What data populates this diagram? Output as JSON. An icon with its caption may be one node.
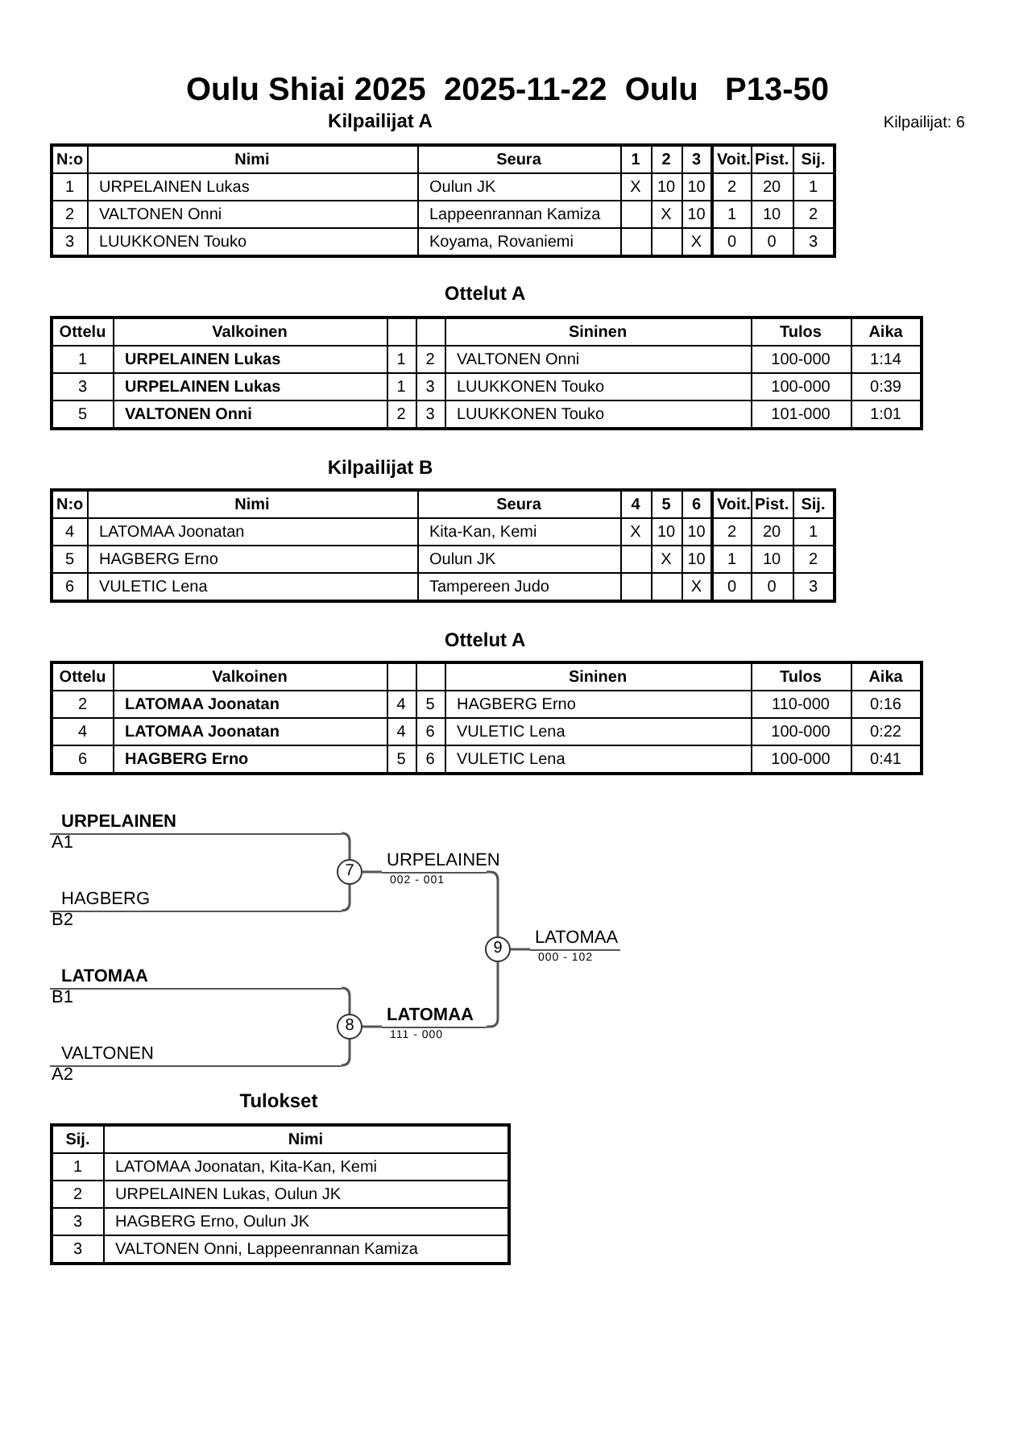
{
  "diagram": {
    "title": "Oulu Shiai 2025  2025-11-22  Oulu   P13-50",
    "nodes": [
      {
        "text": [
          "URPELAINEN",
          "A1"
        ]
      },
      {
        "text": [
          "HAGBERG",
          "B2"
        ]
      },
      {
        "text": [
          "7"
        ]
      },
      {
        "text": [
          "URPELAINEN",
          "002 - 001"
        ]
      },
      {
        "text": [
          "LATOMAA",
          "B1"
        ]
      },
      {
        "text": [
          "VALTONEN",
          "A2"
        ]
      },
      {
        "text": [
          "8"
        ]
      },
      {
        "text": [
          "LATOMAA",
          "111 - 000"
        ]
      },
      {
        "text": [
          "9"
        ]
      },
      {
        "text": [
          "LATOMAA",
          "000 - 102"
        ]
      }
    ],
    "edges": [
      {
        "from": 0,
        "to": 2,
        "arrow": "none"
      },
      {
        "from": 1,
        "to": 2,
        "arrow": "none"
      },
      {
        "from": 2,
        "to": 3,
        "arrow": "none"
      },
      {
        "from": 3,
        "to": 8,
        "arrow": "none"
      },
      {
        "from": 4,
        "to": 6,
        "arrow": "none"
      },
      {
        "from": 5,
        "to": 6,
        "arrow": "none"
      },
      {
        "from": 6,
        "to": 7,
        "arrow": "none"
      },
      {
        "from": 7,
        "to": 8,
        "arrow": "none"
      },
      {
        "from": 8,
        "to": 9,
        "arrow": "none"
      }
    ],
    "labels": [
      "Kilpailijat A",
      "Kilpailijat: 6",
      "N:o",
      "Nimi",
      "Seura",
      "1",
      "2",
      "3",
      "Voit.",
      "Pist.",
      "Sij.",
      "1",
      "URPELAINEN Lukas",
      "Oulun JK",
      "X",
      "10",
      "10",
      "2",
      "20",
      "1",
      "2",
      "VALTONEN Onni",
      "Lappeenrannan Kamiza",
      "X",
      "10",
      "1",
      "10",
      "2",
      "3",
      "LUUKKONEN Touko",
      "Koyama, Rovaniemi",
      "X",
      "0",
      "0",
      "3",
      "Ottelut A",
      "Ottelu",
      "Valkoinen",
      "Sininen",
      "Tulos",
      "Aika",
      "1",
      "URPELAINEN Lukas",
      "1",
      "2",
      "VALTONEN Onni",
      "100-000",
      "1:14",
      "3",
      "URPELAINEN Lukas",
      "1",
      "3",
      "LUUKKONEN Touko",
      "100-000",
      "0:39",
      "5",
      "VALTONEN Onni",
      "2",
      "3",
      "LUUKKONEN Touko",
      "101-000",
      "1:01",
      "Kilpailijat B",
      "N:o",
      "Nimi",
      "Seura",
      "4",
      "5",
      "6",
      "Voit.",
      "Pist.",
      "Sij.",
      "4",
      "LATOMAA Joonatan",
      "Kita-Kan, Kemi",
      "X",
      "10",
      "10",
      "2",
      "20",
      "1",
      "5",
      "HAGBERG Erno",
      "Oulun JK",
      "X",
      "10",
      "1",
      "10",
      "2",
      "6",
      "VULETIC Lena",
      "Tampereen Judo",
      "X",
      "0",
      "0",
      "3",
      "Ottelut A",
      "Ottelu",
      "Valkoinen",
      "Sininen",
      "Tulos",
      "Aika",
      "2",
      "LATOMAA Joonatan",
      "4",
      "5",
      "HAGBERG Erno",
      "110-000",
      "0:16",
      "4",
      "LATOMAA Joonatan",
      "4",
      "6",
      "VULETIC Lena",
      "100-000",
      "0:22",
      "6",
      "HAGBERG Erno",
      "5",
      "6",
      "VULETIC Lena",
      "100-000",
      "0:41",
      "Tulokset",
      "Sij.",
      "Nimi",
      "1",
      "LATOMAA Joonatan, Kita-Kan, Kemi",
      "2",
      "URPELAINEN Lukas, Oulun JK",
      "3",
      "HAGBERG Erno, Oulun JK",
      "3",
      "VALTONEN Onni, Lappeenrannan Kamiza"
    ]
  }
}
